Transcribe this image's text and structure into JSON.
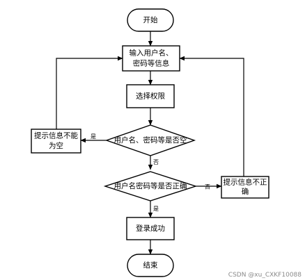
{
  "nodes": {
    "start": "开始",
    "input_line1": "输入用户名、",
    "input_line2": "密码等信息",
    "select_permission": "选择权限",
    "check_empty": "用户名、密码等是否空",
    "empty_msg_line1": "提示信息不能",
    "empty_msg_line2": "为空",
    "check_correct": "用户名密码等是否正确",
    "wrong_msg_line1": "提示信息不正",
    "wrong_msg_line2": "确",
    "login_success": "登录成功",
    "end": "结束"
  },
  "edges": {
    "empty_yes": "是",
    "empty_no": "否",
    "correct_no": "否",
    "correct_yes": "是"
  },
  "watermark": "CSDN @xu_CXKF10088"
}
